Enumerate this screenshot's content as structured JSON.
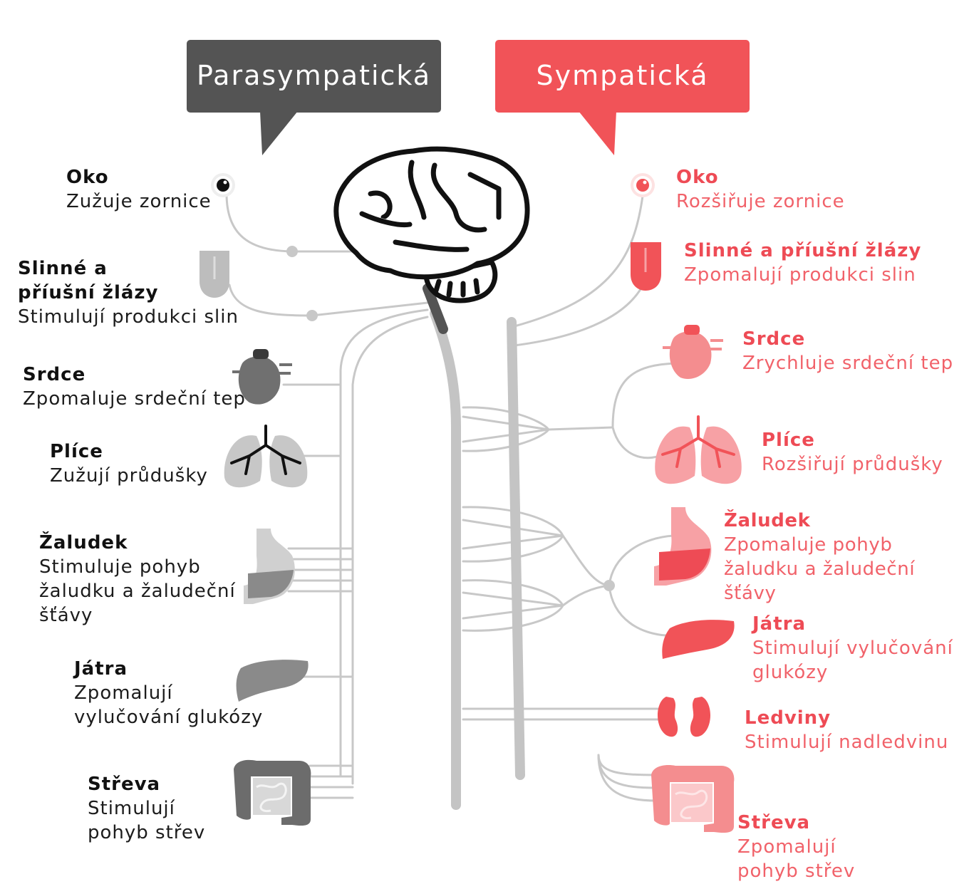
{
  "colors": {
    "parasympathetic": "#545454",
    "sympathetic": "#f15358",
    "nerve": "#c8c8c8",
    "organ_gray": "#a8a8a8",
    "organ_pink": "#f48d8f"
  },
  "headers": {
    "parasympathetic": "Parasympatická",
    "sympathetic": "Sympatická"
  },
  "parasympathetic": {
    "eye": {
      "title": "Oko",
      "desc": "Zužuje zornice",
      "icon": "eye-icon"
    },
    "salivary": {
      "title": "Slinné a\npříušní žlázy",
      "desc": "Stimulují produkci slin",
      "icon": "tongue-icon"
    },
    "heart": {
      "title": "Srdce",
      "desc": "Zpomaluje srdeční tep",
      "icon": "heart-icon"
    },
    "lungs": {
      "title": "Plíce",
      "desc": "Zužují průdušky",
      "icon": "lungs-icon"
    },
    "stomach": {
      "title": "Žaludek",
      "desc": "Stimuluje pohyb\nžaludku a žaludeční\nšťávy",
      "icon": "stomach-icon"
    },
    "liver": {
      "title": "Játra",
      "desc": "Zpomalují\nvylučování glukózy",
      "icon": "liver-icon"
    },
    "intestines": {
      "title": "Střeva",
      "desc": "Stimulují\npohyb střev",
      "icon": "intestines-icon"
    }
  },
  "sympathetic": {
    "eye": {
      "title": "Oko",
      "desc": "Rozšiřuje zornice",
      "icon": "eye-icon"
    },
    "salivary": {
      "title": "Slinné a příušní žlázy",
      "desc": "Zpomalují produkci slin",
      "icon": "tongue-icon"
    },
    "heart": {
      "title": "Srdce",
      "desc": "Zrychluje srdeční tep",
      "icon": "heart-icon"
    },
    "lungs": {
      "title": "Plíce",
      "desc": "Rozšiřují průdušky",
      "icon": "lungs-icon"
    },
    "stomach": {
      "title": "Žaludek",
      "desc": "Zpomaluje pohyb\nžaludku a žaludeční šťávy",
      "icon": "stomach-icon"
    },
    "liver": {
      "title": "Játra",
      "desc": "Stimulují vylučování\nglukózy",
      "icon": "liver-icon"
    },
    "kidneys": {
      "title": "Ledviny",
      "desc": "Stimulují nadledvinu",
      "icon": "kidneys-icon"
    },
    "intestines": {
      "title": "Střeva",
      "desc": "Zpomalují\npohyb střev",
      "icon": "intestines-icon"
    }
  }
}
